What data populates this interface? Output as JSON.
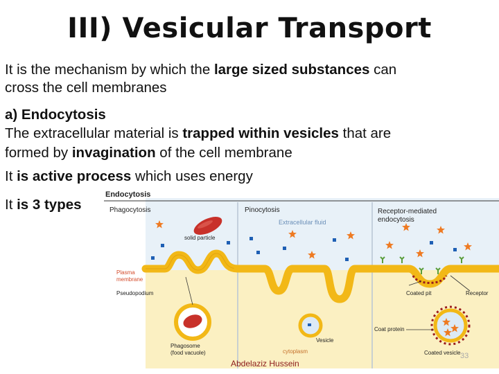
{
  "slide": {
    "title": "III) Vesicular Transport",
    "line1": {
      "pre": "It is the mechanism by which the ",
      "bold": "large sized substances",
      "post": " can"
    },
    "line2": "cross the cell membranes",
    "subheading": "a) Endocytosis",
    "line3": {
      "pre": "The extracellular material is ",
      "bold": "trapped within vesicles",
      "post": " that are"
    },
    "line4": {
      "pre": "formed by ",
      "bold": "invagination",
      "post": " of the cell membrane"
    },
    "line5": {
      "pre": "It ",
      "bold": "is active process",
      "post": " which uses energy"
    },
    "line6": {
      "pre": "It ",
      "bold": "is 3 types"
    },
    "author": "Abdelaziz  Hussein",
    "slide_number": "33"
  },
  "figure": {
    "title": "Endocytosis",
    "panel_phago": "Phagocytosis",
    "panel_pino": "Pinocytosis",
    "panel_rme_1": "Receptor-mediated",
    "panel_rme_2": "endocytosis",
    "extracellular_fluid": "Extracellular fluid",
    "solid_particle": "solid particle",
    "plasma_membrane_1": "Plasma",
    "plasma_membrane_2": "membrane",
    "pseudopodium": "Pseudopodium",
    "phagosome_1": "Phagosome",
    "phagosome_2": "(food vacuole)",
    "vesicle": "Vesicle",
    "cytoplasm": "cytoplasm",
    "coated_pit": "Coated pit",
    "receptor": "Receptor",
    "coat_protein": "Coat protein",
    "coated_vesicle": "Coated vesicle",
    "colors": {
      "membrane": "#f2b817",
      "cytoplasm": "#fbf0c2",
      "extracellular": "#e8f1f8",
      "particle": "#c8312a",
      "vesicle_fluid": "#dceaf6",
      "molecule_blue": "#1e5fb4",
      "molecule_orange": "#ee7a22",
      "receptor": "#5a9e3a",
      "coat": "#9b1c1c",
      "label_red": "#d44a2a"
    }
  }
}
